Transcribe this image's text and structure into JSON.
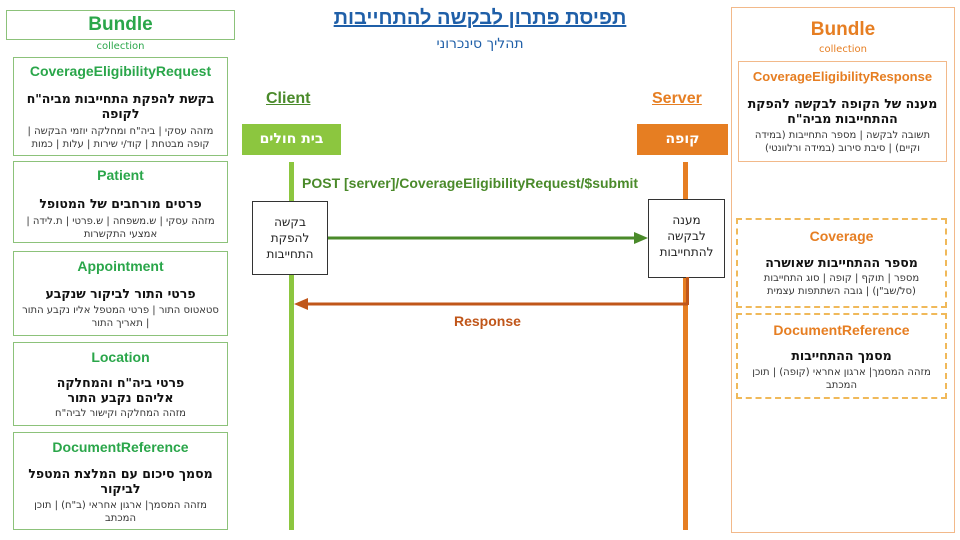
{
  "title": "תפיסת פתרון לבקשה להתחייבות",
  "subtitle": "תהליך סינכרוני",
  "left_bundle": {
    "title": "Bundle",
    "subtitle": "collection",
    "resources": [
      {
        "name": "CoverageEligibilityRequest",
        "desc": "בקשת להפקת התחייבות מביה\"ח לקופה",
        "detail": "מזהה עסקי | ביה\"ח ומחלקה יוזמי הבקשה | קופה מבטחת | קוד/י שירות | עלות | כמות"
      },
      {
        "name": "Patient",
        "desc": "פרטים מורחבים של המטופל",
        "detail": "מזהה עסקי | ש.משפחה | ש.פרטי | ת.לידה | אמצעי התקשרות"
      },
      {
        "name": "Appointment",
        "desc": "פרטי התור לביקור שנקבע",
        "detail": "סטאטוס התור | פרטי המטפל אליו נקבע התור | תאריך התור"
      },
      {
        "name": "Location",
        "desc": "פרטי ביה\"ח והמחלקה אליהם נקבע התור",
        "detail": "מזהה המחלקה וקישור לביה\"ח"
      },
      {
        "name": "DocumentReference",
        "desc": "מסמך סיכום עם המלצת המטפל לביקור",
        "detail": "מזהה המסמך| ארגון אחראי (ב\"ח) | תוכן המכתב"
      }
    ]
  },
  "right_bundle": {
    "title": "Bundle",
    "subtitle": "collection",
    "resources": [
      {
        "name": "CoverageEligibilityResponse",
        "desc": "מענה של הקופה לבקשה להפקת ההתחייבות מביה\"ח",
        "detail": "תשובה לבקשה | מספר התחייבות (במידה וקיים) | סיבת סירוב (במידה ורלוונטי)"
      },
      {
        "name": "Coverage",
        "desc": "מספר ההתחייבות שאושרה",
        "detail": "מספר | תוקף | קופה | סוג התחייבות (סל/שב\"ן) | גובה השתתפות עצמית"
      },
      {
        "name": "DocumentReference",
        "desc": "מסמך ההתחייבות",
        "detail": "מזהה המסמך| ארגון אחראי (קופה) | תוכן המכתב"
      }
    ]
  },
  "client": {
    "label": "Client",
    "box": "בית חולים",
    "activation": "בקשה להפקת התחייבות"
  },
  "server": {
    "label": "Server",
    "box": "קופה",
    "activation": "מענה לבקשה להתחייבות"
  },
  "request_label": "POST [server]/CoverageEligibilityRequest/$submit",
  "response_label": "Response",
  "colors": {
    "green": "#2aa64a",
    "light_green": "#8cc63f",
    "orange": "#e67e22",
    "arrow_green": "#4a8a2a",
    "arrow_orange": "#c0561a",
    "title_blue": "#1f5fa8"
  }
}
